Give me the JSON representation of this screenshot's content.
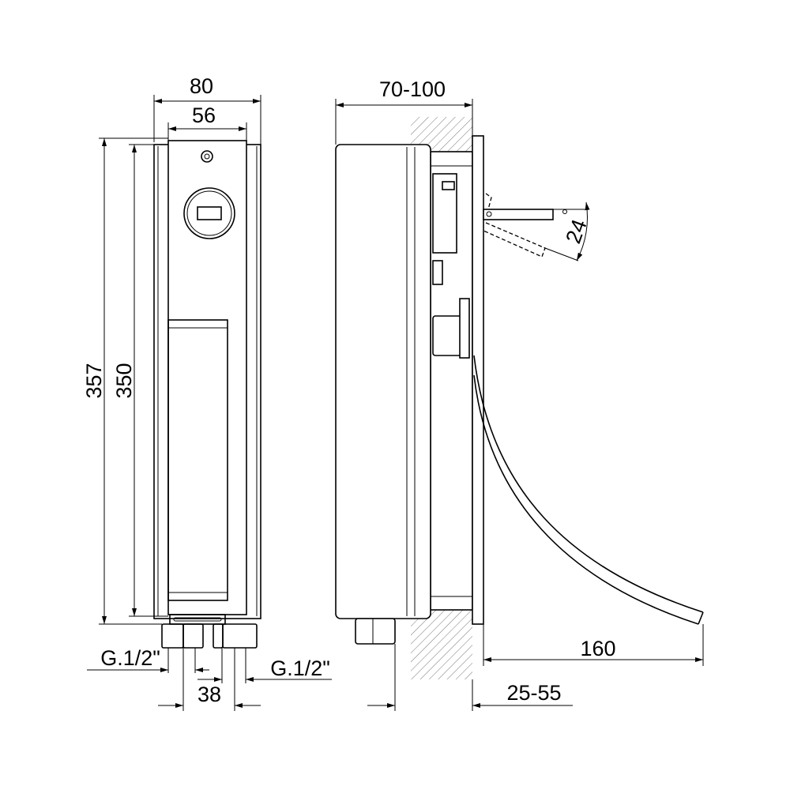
{
  "front_view": {
    "width_outer": "80",
    "width_inner": "56",
    "height_total": "357",
    "height_body": "350",
    "inlet_left": "G.1/2\"",
    "inlet_right": "G.1/2\"",
    "inlet_spacing": "38"
  },
  "side_view": {
    "depth": "70-100",
    "spout_projection": "160",
    "wall_thickness": "25-55",
    "lever_angle": "24"
  }
}
